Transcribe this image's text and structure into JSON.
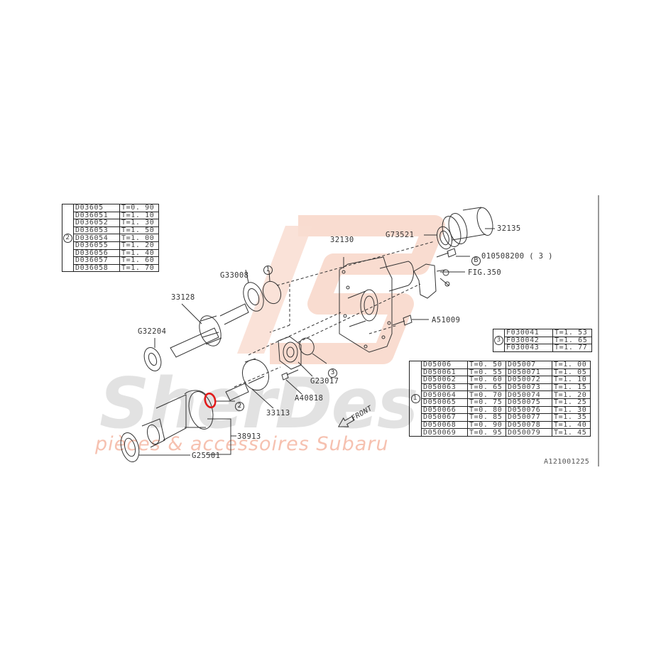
{
  "diagram": {
    "figure_id": "A121001225",
    "front_label": "FRONT",
    "watermark": {
      "brand": "SherDes",
      "tagline": "pièces & accessoires Subaru",
      "brand_color": "#c8c8c8",
      "tagline_color": "#f4b9a8",
      "logo_color": "#f8d9cc"
    },
    "highlight_color": "#e21b1b",
    "parts": [
      {
        "id": "32135",
        "label": "32135"
      },
      {
        "id": "G73521",
        "label": "G73521"
      },
      {
        "id": "32130",
        "label": "32130"
      },
      {
        "id": "010508200",
        "label": "010508200 ( 3 )",
        "marker": "B"
      },
      {
        "id": "FIG350",
        "label": "FIG.350"
      },
      {
        "id": "G33008",
        "label": "G33008"
      },
      {
        "id": "33128",
        "label": "33128"
      },
      {
        "id": "G32204",
        "label": "G32204"
      },
      {
        "id": "A51009",
        "label": "A51009"
      },
      {
        "id": "G23017",
        "label": "G23017"
      },
      {
        "id": "A40818",
        "label": "A40818"
      },
      {
        "id": "33113",
        "label": "33113"
      },
      {
        "id": "38913",
        "label": "38913"
      },
      {
        "id": "G25501",
        "label": "G25501"
      }
    ],
    "callouts": {
      "one": "1",
      "two": "2",
      "three": "3",
      "b": "B"
    }
  },
  "tables": {
    "table2": {
      "marker": "2",
      "rows": [
        {
          "part": "D03605",
          "t": "T=0. 90"
        },
        {
          "part": "D036051",
          "t": "T=1. 10"
        },
        {
          "part": "D036052",
          "t": "T=1. 30"
        },
        {
          "part": "D036053",
          "t": "T=1. 50"
        },
        {
          "part": "D036054",
          "t": "T=1. 00"
        },
        {
          "part": "D036055",
          "t": "T=1. 20"
        },
        {
          "part": "D036056",
          "t": "T=1. 40"
        },
        {
          "part": "D036057",
          "t": "T=1. 60"
        },
        {
          "part": "D036058",
          "t": "T=1. 70"
        }
      ]
    },
    "table3": {
      "marker": "3",
      "rows": [
        {
          "part": "F030041",
          "t": "T=1. 53"
        },
        {
          "part": "F030042",
          "t": "T=1. 65"
        },
        {
          "part": "F030043",
          "t": "T=1. 77"
        }
      ]
    },
    "table1": {
      "marker": "1",
      "rows": [
        {
          "part_a": "D05006",
          "t_a": "T=0. 50",
          "part_b": "D05007",
          "t_b": "T=1. 00"
        },
        {
          "part_a": "D050061",
          "t_a": "T=0. 55",
          "part_b": "D050071",
          "t_b": "T=1. 05"
        },
        {
          "part_a": "D050062",
          "t_a": "T=0. 60",
          "part_b": "D050072",
          "t_b": "T=1. 10"
        },
        {
          "part_a": "D050063",
          "t_a": "T=0. 65",
          "part_b": "D050073",
          "t_b": "T=1. 15"
        },
        {
          "part_a": "D050064",
          "t_a": "T=0. 70",
          "part_b": "D050074",
          "t_b": "T=1. 20"
        },
        {
          "part_a": "D050065",
          "t_a": "T=0. 75",
          "part_b": "D050075",
          "t_b": "T=1. 25"
        },
        {
          "part_a": "D050066",
          "t_a": "T=0. 80",
          "part_b": "D050076",
          "t_b": "T=1. 30"
        },
        {
          "part_a": "D050067",
          "t_a": "T=0. 85",
          "part_b": "D050077",
          "t_b": "T=1. 35"
        },
        {
          "part_a": "D050068",
          "t_a": "T=0. 90",
          "part_b": "D050078",
          "t_b": "T=1. 40"
        },
        {
          "part_a": "D050069",
          "t_a": "T=0. 95",
          "part_b": "D050079",
          "t_b": "T=1. 45"
        }
      ]
    }
  }
}
